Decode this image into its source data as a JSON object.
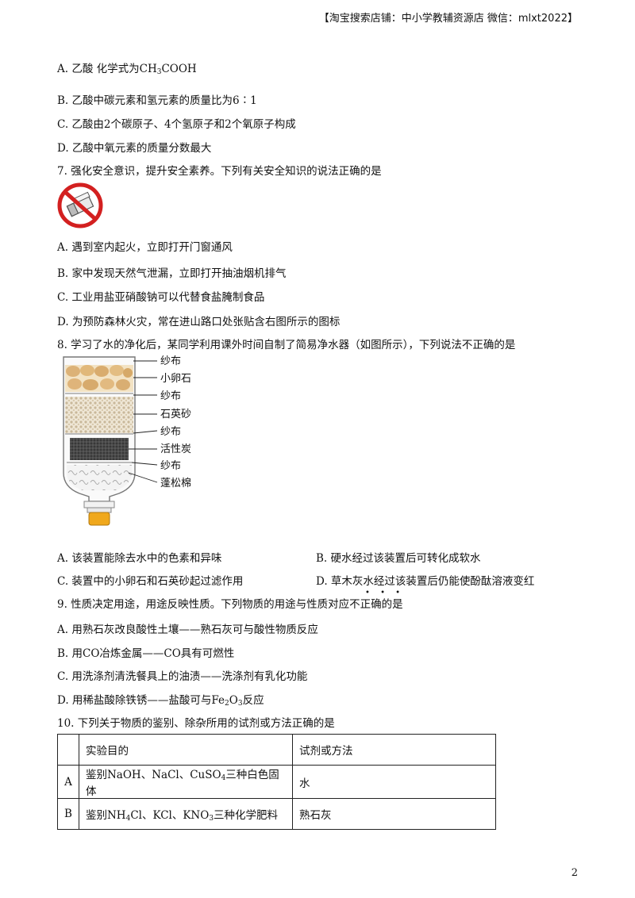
{
  "header": "【淘宝搜索店铺：中小学教辅资源店 微信：mlxt2022】",
  "q6": {
    "optA": {
      "pre": "A. 乙酸   化学式为CH",
      "sub": "3",
      "post": "COOH"
    },
    "optB": "B. 乙酸中碳元素和氢元素的质量比为6∶1",
    "optC": "C. 乙酸由2个碳原子、4个氢原子和2个氧原子构成",
    "optD": "D. 乙酸中氧元素的质量分数最大"
  },
  "q7": {
    "stem": "7. 强化安全意识，提升安全素养。下列有关安全知识的说法正确的是",
    "icon": "no-smoking-icon",
    "optA": "A. 遇到室内起火，立即打开门窗通风",
    "optB": "B. 家中发现天然气泄漏，立即打开抽油烟机排气",
    "optC": "C. 工业用盐亚硝酸钠可以代替食盐腌制食品",
    "optD": "D. 为预防森林火灾，常在进山路口处张贴含右图所示的图标"
  },
  "q8": {
    "stem": "8. 学习了水的净化后，某同学利用课外时间自制了简易净水器（如图所示），下列说法不正确的是",
    "labels": [
      "纱布",
      "小卵石",
      "纱布",
      "石英砂",
      "纱布",
      "活性炭",
      "纱布",
      "蓬松棉"
    ],
    "optA": "A. 该装置能除去水中的色素和异味",
    "optB": "B. 硬水经过该装置后可转化成软水",
    "optC": "C. 装置中的小卵石和石英砂起过滤作用",
    "optD": "D. 草木灰水经过该装置后仍能使酚酞溶液变红"
  },
  "q9": {
    "stem": "9. 性质决定用途，用途反映性质。下列物质的用途与性质对应不正确的是",
    "optA": "A. 用熟石灰改良酸性土壤——熟石灰可与酸性物质反应",
    "optB": "B. 用CO冶炼金属——CO具有可燃性",
    "optC": "C. 用洗涤剂清洗餐具上的油渍——洗涤剂有乳化功能",
    "optD": {
      "pre": "D. 用稀盐酸除铁锈——盐酸可与Fe",
      "sub1": "2",
      "mid": "O",
      "sub2": "3",
      "post": "反应"
    }
  },
  "q10": {
    "stem": "10. 下列关于物质的鉴别、除杂所用的试剂或方法正确的是",
    "header": {
      "col1": "实验目的",
      "col2": "试剂或方法"
    },
    "rowA": {
      "key": "A",
      "pre": "鉴别NaOH、NaCl、CuSO",
      "sub": "4",
      "post": "三种白色固体",
      "method": "水"
    },
    "rowB": {
      "key": "B",
      "pre": "鉴别NH",
      "sub1": "4",
      "mid": "Cl、KCl、KNO",
      "sub2": "3",
      "post": "三种化学肥料",
      "method": "熟石灰"
    }
  },
  "page_number": "2"
}
